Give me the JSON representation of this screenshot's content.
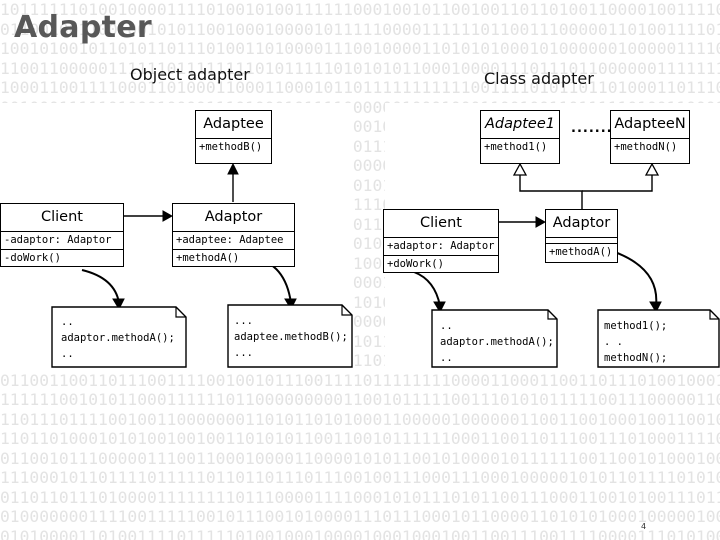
{
  "title": "Adapter",
  "page_number": "4",
  "object_adapter": {
    "subtitle": "Object adapter",
    "adaptee": {
      "name": "Adaptee",
      "operations": "+methodB()"
    },
    "client": {
      "name": "Client",
      "attributes": "-adaptor: Adaptor",
      "operations": "-doWork()"
    },
    "adaptor": {
      "name": "Adaptor",
      "attributes": "+adaptee: Adaptee",
      "operations": "+methodA()"
    },
    "note_client": "..\nadaptor.methodA();\n..",
    "note_adaptor": "...\nadaptee.methodB();\n..."
  },
  "class_adapter": {
    "subtitle": "Class adapter",
    "adaptee1": {
      "name": "Adaptee1",
      "operations": "+method1()"
    },
    "ellipsis": "........",
    "adaptee_n": {
      "name": "AdapteeN",
      "operations": "+methodN()"
    },
    "client": {
      "name": "Client",
      "attributes": "+adaptor: Adaptor",
      "operations": "+doWork()"
    },
    "adaptor": {
      "name": "Adaptor",
      "attributes": "",
      "operations": "+methodA()"
    },
    "note_client": "..\nadaptor.methodA();\n..",
    "note_adaptor": "method1();\n. .\nmethodN();"
  },
  "colors": {
    "background_digits": "#e3e3e3",
    "title": "#585858",
    "line": "#000000"
  }
}
